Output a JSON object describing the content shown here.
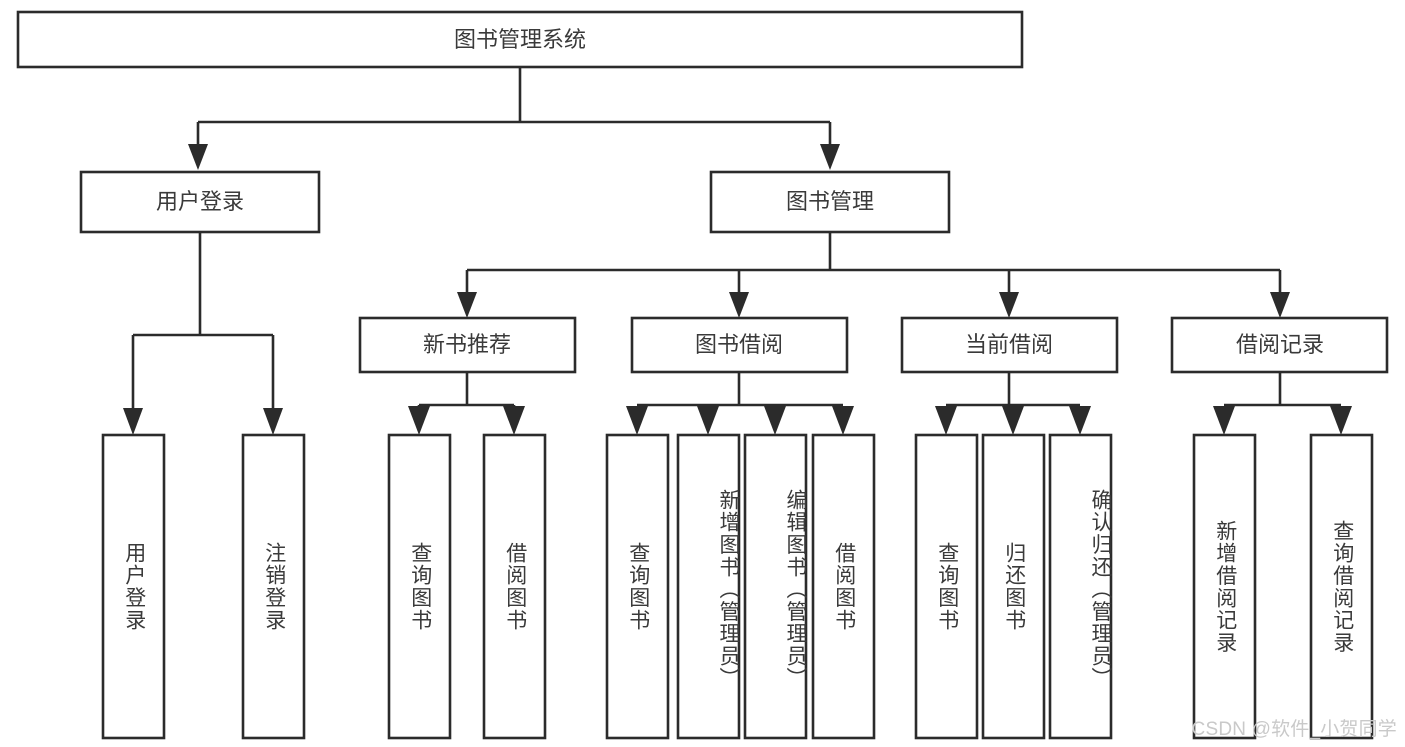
{
  "diagram": {
    "type": "tree-hierarchy-flowchart",
    "title": "图书管理系统",
    "orientation": "top-down",
    "colors": {
      "background": "#ffffff",
      "box_fill": "#ffffff",
      "box_border": "#2b2b2b",
      "connector": "#2b2b2b",
      "text": "#3a3a3a",
      "watermark": "#c9c9c9"
    },
    "root": {
      "label": "图书管理系统"
    },
    "level2": [
      {
        "label": "用户登录"
      },
      {
        "label": "图书管理"
      }
    ],
    "level3": [
      {
        "label": "新书推荐"
      },
      {
        "label": "图书借阅"
      },
      {
        "label": "当前借阅"
      },
      {
        "label": "借阅记录"
      }
    ],
    "leaves": {
      "user_login": [
        {
          "label": "用户登录"
        },
        {
          "label": "注销登录"
        }
      ],
      "new_book_recommend": [
        {
          "label": "查询图书"
        },
        {
          "label": "借阅图书"
        }
      ],
      "book_borrow": [
        {
          "label": "查询图书"
        },
        {
          "label": "新增图书（管理员）"
        },
        {
          "label": "编辑图书（管理员）"
        },
        {
          "label": "借阅图书"
        }
      ],
      "current_borrow": [
        {
          "label": "查询图书"
        },
        {
          "label": "归还图书"
        },
        {
          "label": "确认归还（管理员）"
        }
      ],
      "borrow_record": [
        {
          "label": "新增借阅记录"
        },
        {
          "label": "查询借阅记录"
        }
      ]
    },
    "watermark": "CSDN @软件_小贺同学"
  }
}
